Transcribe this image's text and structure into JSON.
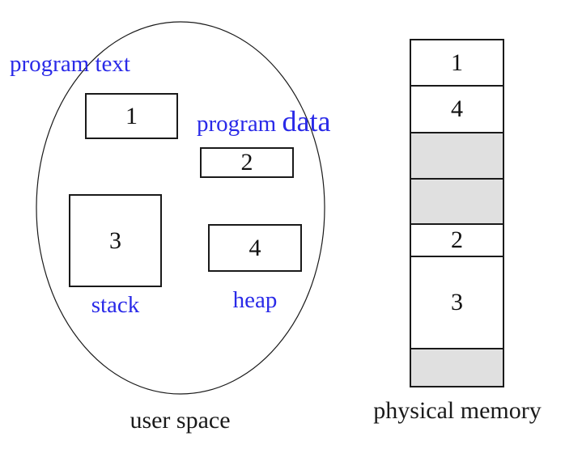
{
  "diagram": {
    "title": "memory segmentation diagram",
    "colors": {
      "label_blue": "#2a2ae8",
      "shaded_gray": "#e0e0e0",
      "line_black": "#1a1a1a"
    },
    "user_space": {
      "caption": "user space",
      "labels": {
        "program_text": "program text",
        "program_data_word1": "program ",
        "program_data_word2": "data",
        "stack": "stack",
        "heap": "heap"
      },
      "segments": [
        {
          "id": "1",
          "name": "program text segment"
        },
        {
          "id": "2",
          "name": "program data segment"
        },
        {
          "id": "3",
          "name": "stack segment"
        },
        {
          "id": "4",
          "name": "heap segment"
        }
      ]
    },
    "physical_memory": {
      "caption": "physical memory",
      "cells": [
        {
          "label": "1",
          "shaded": false,
          "height": 55
        },
        {
          "label": "4",
          "shaded": false,
          "height": 58
        },
        {
          "label": "",
          "shaded": true,
          "height": 57
        },
        {
          "label": "",
          "shaded": true,
          "height": 56
        },
        {
          "label": "2",
          "shaded": false,
          "height": 40
        },
        {
          "label": "3",
          "shaded": false,
          "height": 114
        },
        {
          "label": "",
          "shaded": true,
          "height": 47
        }
      ]
    }
  }
}
